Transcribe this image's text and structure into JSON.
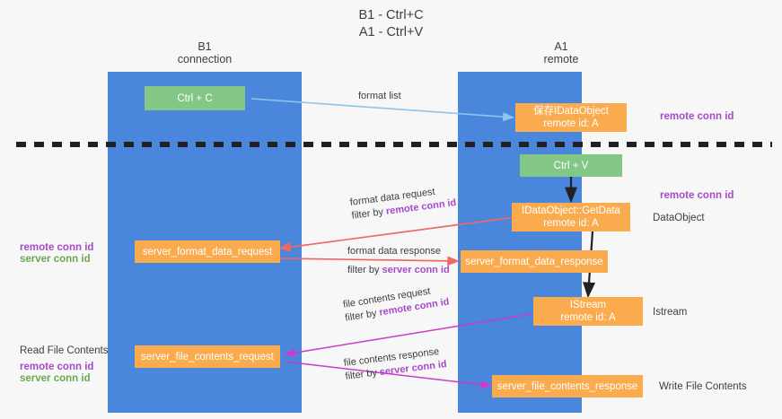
{
  "title": "B1 - Ctrl+C\nA1 - Ctrl+V",
  "columns": {
    "b1": {
      "title": "B1\nconnection"
    },
    "a1": {
      "title": "A1\nremote"
    }
  },
  "boxes": {
    "ctrl_c": "Ctrl + C",
    "ctrl_v": "Ctrl + V",
    "save_dataobject": "保存IDataObject\nremote id: A",
    "getdata": "IDataObject::GetData\nremote id: A",
    "istream": "IStream\nremote id: A",
    "server_format_data_request": "server_format_data_request",
    "server_format_data_response": "server_format_data_response",
    "server_file_contents_request": "server_file_contents_request",
    "server_file_contents_response": "server_file_contents_response"
  },
  "edges": {
    "format_list": "format list",
    "format_data_request_l1": "format data request",
    "format_data_request_l2_prefix": "filter by ",
    "format_data_request_l2_key": "remote conn id",
    "format_data_response_l1": "format data response",
    "format_data_response_l2_prefix": "filter by ",
    "format_data_response_l2_key": "server conn id",
    "file_contents_request_l1": "file contents request",
    "file_contents_request_l2_prefix": "filter by ",
    "file_contents_request_l2_key": "remote conn id",
    "file_contents_response_l1": "file contents response",
    "file_contents_response_l2_prefix": "filter by ",
    "file_contents_response_l2_key": "server conn id"
  },
  "annotations": {
    "right_remote_conn_id_top": "remote conn id",
    "right_remote_conn_id_mid": "remote conn id",
    "right_dataobject": "DataObject",
    "right_istream": "Istream",
    "right_write_file_contents": "Write File Contents",
    "left_remote_conn_id": "remote conn id",
    "left_server_conn_id": "server conn id",
    "left_read_file_contents": "Read File Contents",
    "left_remote_conn_id_2": "remote conn id",
    "left_server_conn_id_2": "server conn id"
  },
  "colors": {
    "lane": "#4a86dc",
    "green_box": "#82c785",
    "orange_box": "#f9ab4e",
    "purple_text": "#a64ac9",
    "green_text": "#6aa84f",
    "arrow_light_blue": "#8ec5ea",
    "arrow_red": "#ea6a62",
    "arrow_magenta": "#cc3bc9",
    "arrow_black": "#202124",
    "divider": "#202124"
  }
}
